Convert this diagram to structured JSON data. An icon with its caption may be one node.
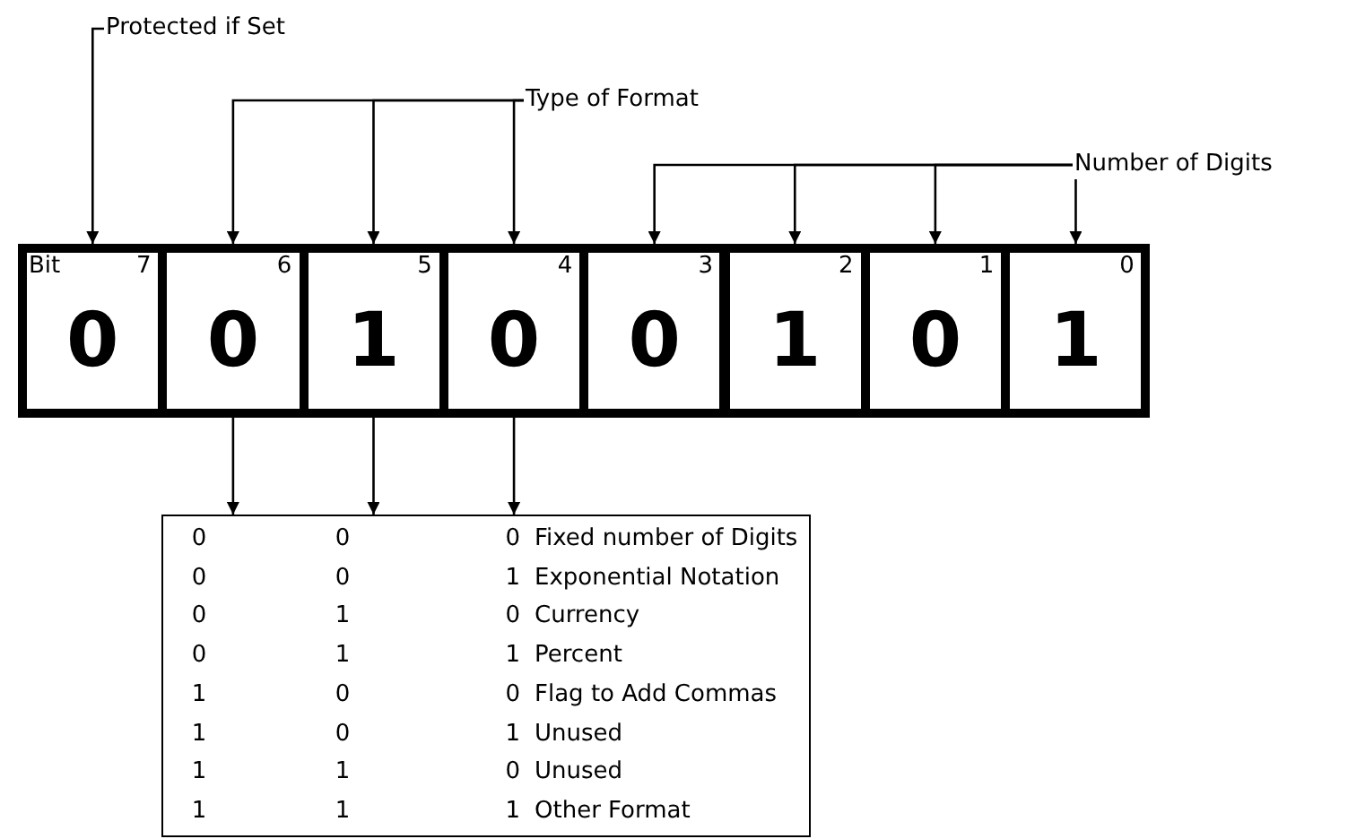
{
  "diagram": {
    "nodes": [
      {
        "text": [
          "Protected if Set"
        ]
      },
      {
        "text": [
          "Type of Format"
        ]
      },
      {
        "text": [
          "Number of Digits"
        ]
      },
      {
        "text": [
          "Bit",
          "7",
          "0"
        ]
      },
      {
        "text": [
          "6",
          "0"
        ]
      },
      {
        "text": [
          "5",
          "1"
        ]
      },
      {
        "text": [
          "4",
          "0"
        ]
      },
      {
        "text": [
          "3",
          "0"
        ]
      },
      {
        "text": [
          "2",
          "1"
        ]
      },
      {
        "text": [
          "1",
          "0"
        ]
      },
      {
        "text": [
          "0",
          "1"
        ]
      },
      {
        "text": [
          "0",
          "0",
          "0",
          "Fixed number of Digits",
          "0",
          "0",
          "1",
          "Exponential Notation",
          "0",
          "1",
          "0",
          "Currency",
          "0",
          "1",
          "1",
          "Percent",
          "1",
          "0",
          "0",
          "Flag to Add Commas",
          "1",
          "0",
          "1",
          "Unused",
          "1",
          "1",
          "0",
          "Unused",
          "1",
          "1",
          "1",
          "Other Format"
        ]
      }
    ],
    "edges": [
      {
        "from": 0,
        "to": 3,
        "arrow": "to"
      },
      {
        "from": 1,
        "to": 4,
        "arrow": "to"
      },
      {
        "from": 1,
        "to": 5,
        "arrow": "to"
      },
      {
        "from": 1,
        "to": 6,
        "arrow": "to"
      },
      {
        "from": 2,
        "to": 7,
        "arrow": "to"
      },
      {
        "from": 2,
        "to": 8,
        "arrow": "to"
      },
      {
        "from": 2,
        "to": 9,
        "arrow": "to"
      },
      {
        "from": 2,
        "to": 10,
        "arrow": "to"
      },
      {
        "from": 4,
        "to": 11,
        "arrow": "to"
      },
      {
        "from": 5,
        "to": 11,
        "arrow": "to"
      },
      {
        "from": 6,
        "to": 11,
        "arrow": "to"
      }
    ]
  }
}
